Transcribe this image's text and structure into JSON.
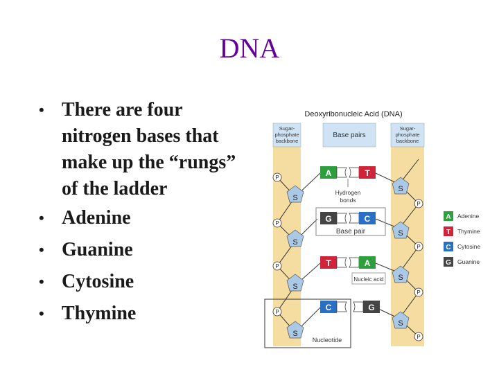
{
  "slide": {
    "title": "DNA",
    "bullets": [
      "There are four nitrogen bases that make up the “rungs” of the ladder",
      "Adenine",
      "Guanine",
      "Cytosine",
      "Thymine"
    ]
  },
  "diagram": {
    "title": "Deoxyribonucleic Acid (DNA)",
    "header_left_lines": [
      "Sugar-",
      "phosphate",
      "backbone"
    ],
    "header_center": "Base pairs",
    "header_right_lines": [
      "Sugar-",
      "phosphate",
      "backbone"
    ],
    "sugar_label": "S",
    "phosphate_label": "P",
    "pairs": [
      {
        "left": "A",
        "right": "T"
      },
      {
        "left": "G",
        "right": "C"
      },
      {
        "left": "T",
        "right": "A"
      },
      {
        "left": "C",
        "right": "G"
      }
    ],
    "callouts": {
      "hydrogen_bonds_lines": [
        "Hydrogen",
        "bonds"
      ],
      "base_pair": "Base pair",
      "nucleic_acid": "Nucleic acid",
      "nucleotide": "Nucleotide"
    },
    "legend": [
      {
        "letter": "A",
        "name": "Adenine",
        "color": "#2e9e3e"
      },
      {
        "letter": "T",
        "name": "Thymine",
        "color": "#d0243a"
      },
      {
        "letter": "C",
        "name": "Cytosine",
        "color": "#2a6fc4"
      },
      {
        "letter": "G",
        "name": "Guanine",
        "color": "#444444"
      }
    ],
    "colors": {
      "backbone": "#f5dca0",
      "header": "#cfe3f4",
      "adenine": "#2e9e3e",
      "thymine": "#d0243a",
      "cytosine": "#2a6fc4",
      "guanine": "#444444",
      "title_purple": "#660099"
    }
  }
}
